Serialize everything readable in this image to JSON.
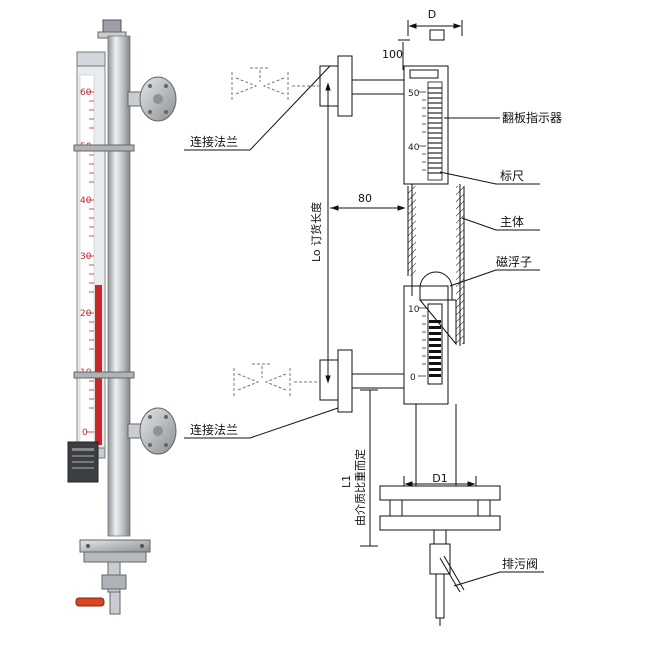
{
  "photo": {
    "scale_numbers": [
      "60",
      "50",
      "40",
      "30",
      "20",
      "10",
      "0"
    ],
    "colors": {
      "red": "#c8262b",
      "steel": "#b9bec4",
      "valve": "#d8451f"
    }
  },
  "diagram": {
    "dimensions": {
      "d": "D",
      "top_offset": "100",
      "spacing": "80",
      "d1": "D1",
      "lo": "Lo 订货长度",
      "l1": "L1",
      "l1_note": "由介质比重而定"
    },
    "indicator_scale": [
      "50",
      "40",
      "10",
      "0"
    ],
    "labels": {
      "flange_top": "连接法兰",
      "flange_bottom": "连接法兰",
      "flip_indicator": "翻板指示器",
      "scale": "标尺",
      "main_body": "主体",
      "magnetic_float": "磁浮子",
      "drain_valve": "排污阀"
    }
  }
}
